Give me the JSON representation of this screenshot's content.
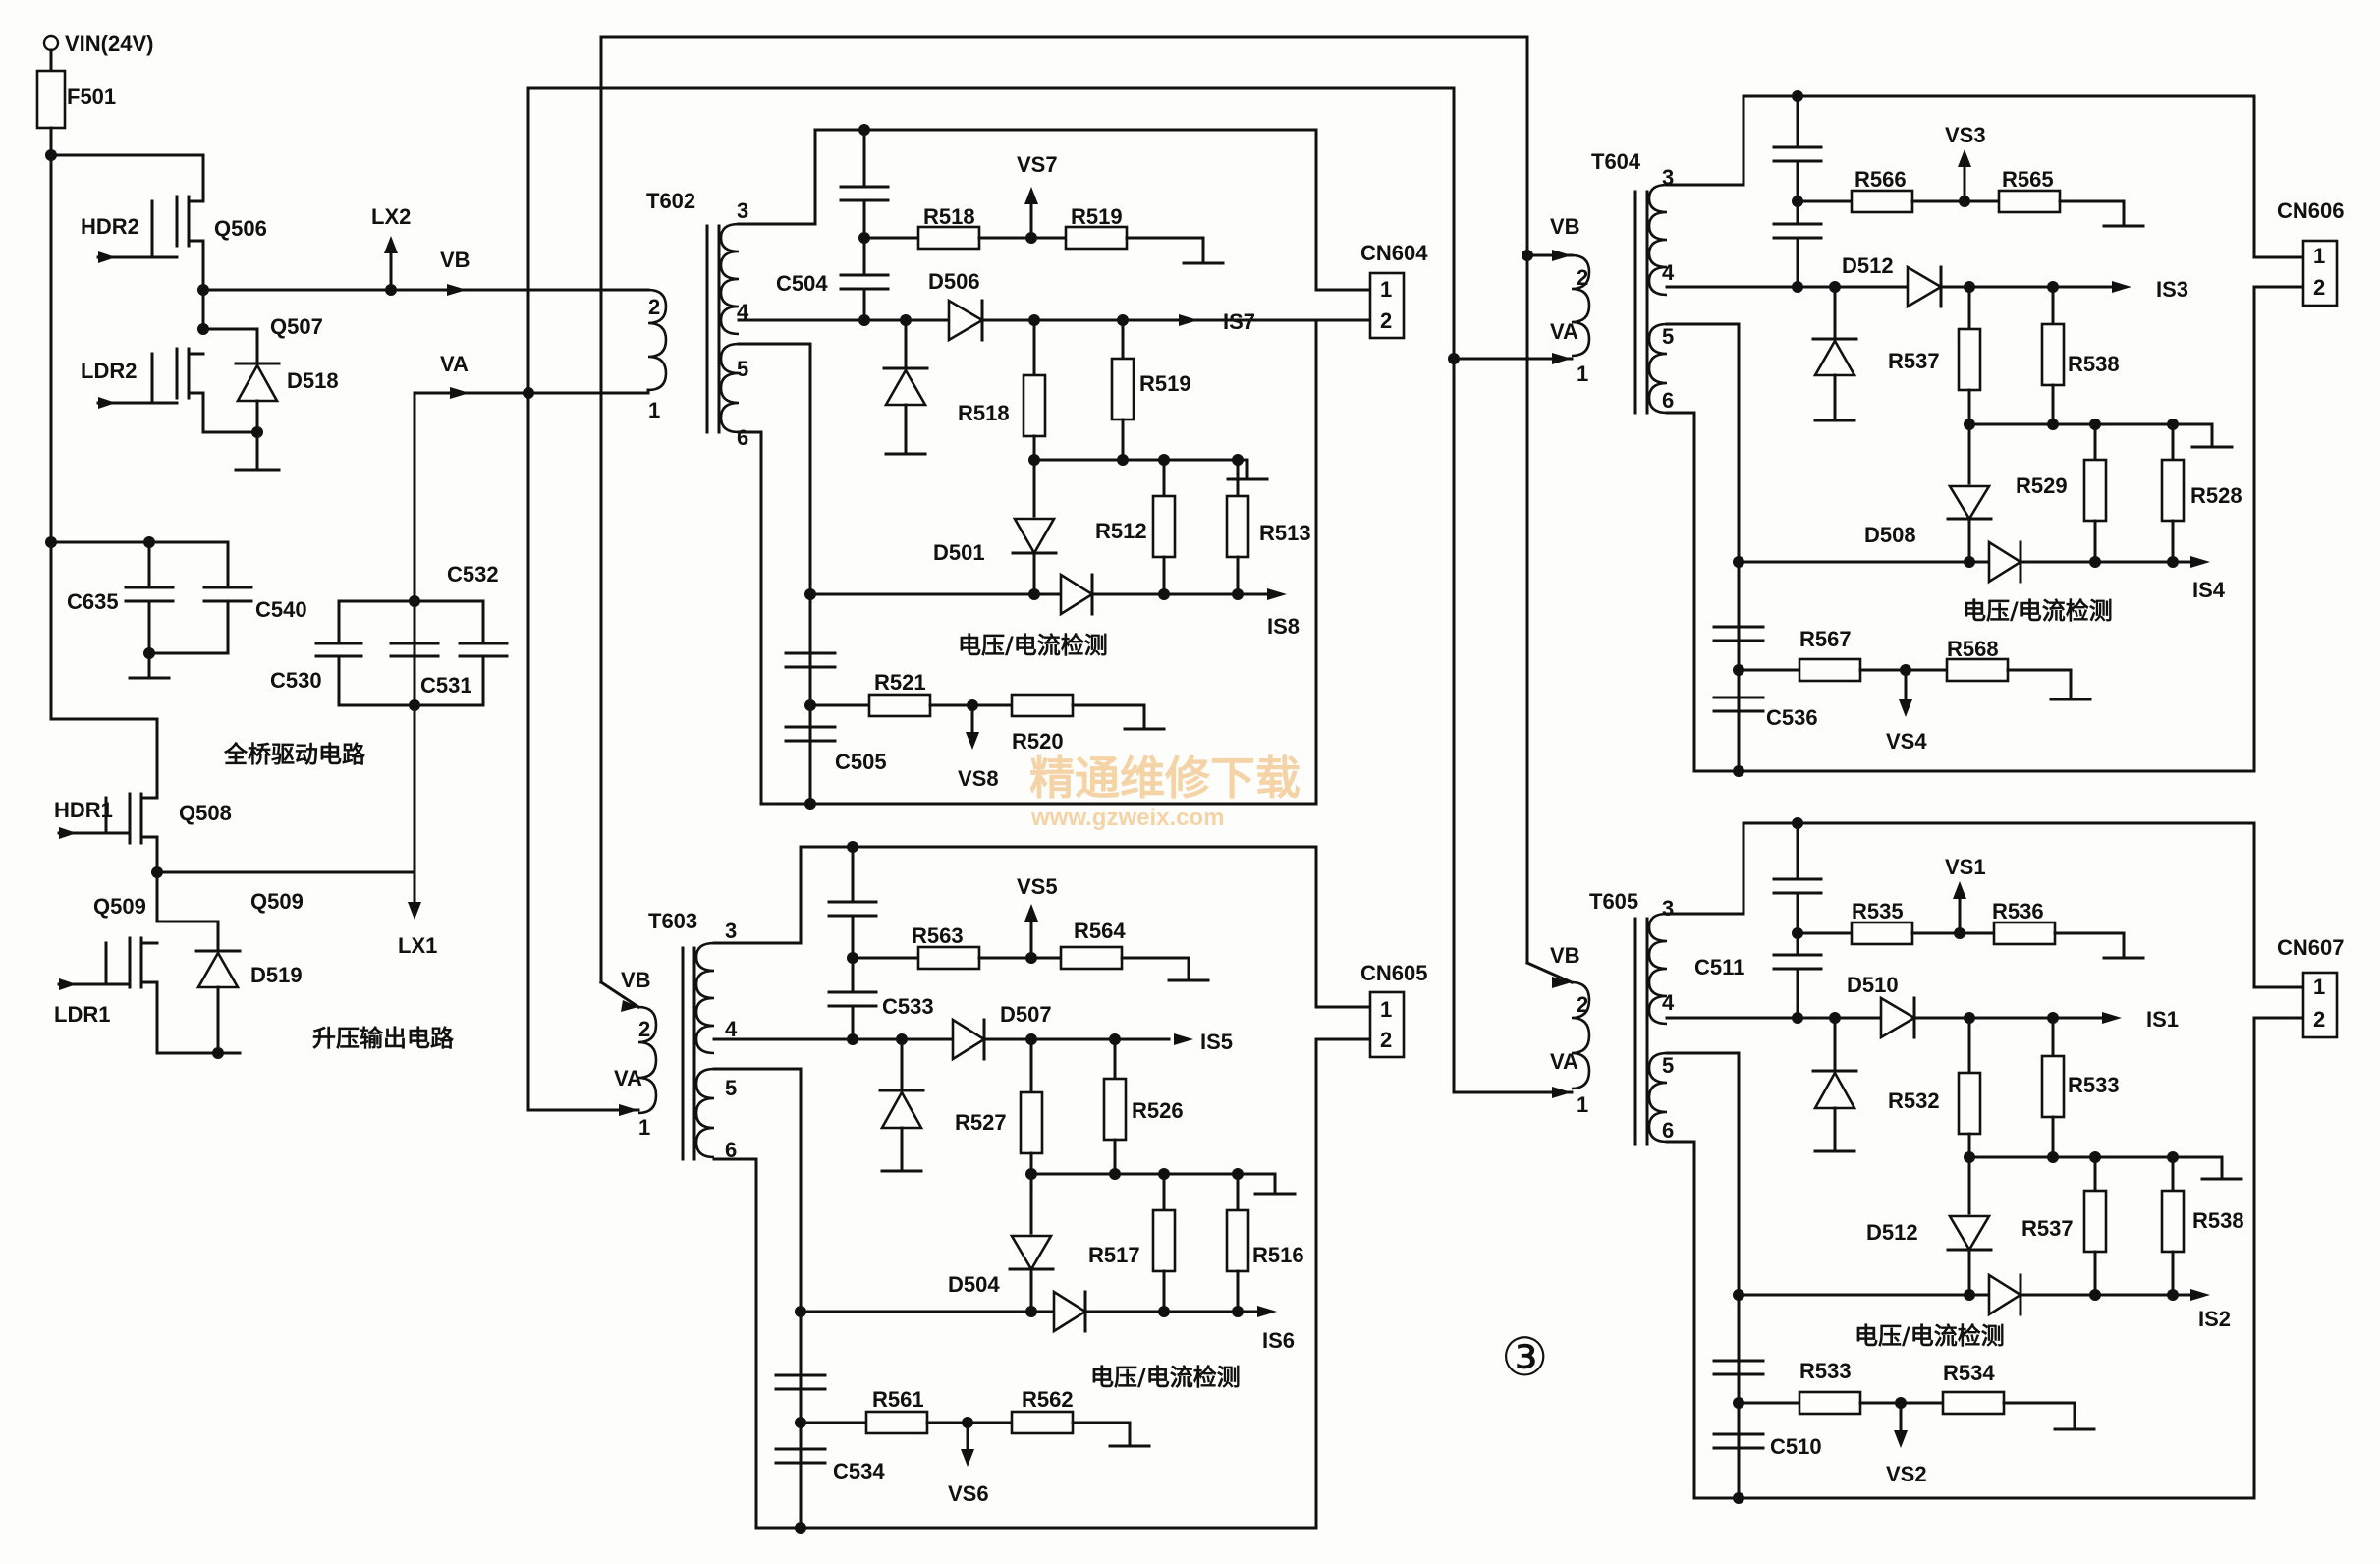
{
  "diagram": {
    "vin": "VIN(24V)",
    "labels": {
      "f501": "F501",
      "hdr2": "HDR2",
      "ldr2": "LDR2",
      "hdr1": "HDR1",
      "ldr1": "LDR1",
      "q506": "Q506",
      "q507": "Q507",
      "q508": "Q508",
      "q509a": "Q509",
      "q509b": "Q509",
      "d518": "D518",
      "d519": "D519",
      "lx2": "LX2",
      "lx1": "LX1",
      "vb": "VB",
      "va": "VA",
      "c635": "C635",
      "c540": "C540",
      "c532": "C532",
      "c530": "C530",
      "c531": "C531",
      "t602": "T602",
      "t603": "T603",
      "t604": "T604",
      "t605": "T605",
      "cn604": "CN604",
      "cn605": "CN605",
      "cn606": "CN606",
      "cn607": "CN607",
      "c504": "C504",
      "c505": "C505",
      "c533": "C533",
      "c534": "C534",
      "c536": "C536",
      "c511": "C511",
      "c510": "C510",
      "d506": "D506",
      "d501": "D501",
      "d507": "D507",
      "d504": "D504",
      "d512a": "D512",
      "d508": "D508",
      "d510": "D510",
      "d512b": "D512",
      "r518a": "R518",
      "r519a": "R519",
      "r518b": "R518",
      "r519b": "R519",
      "r512": "R512",
      "r513": "R513",
      "r521": "R521",
      "r520": "R520",
      "r563": "R563",
      "r564": "R564",
      "r527": "R527",
      "r526": "R526",
      "r517": "R517",
      "r516": "R516",
      "r561": "R561",
      "r562": "R562",
      "r566": "R566",
      "r565": "R565",
      "r537a": "R537",
      "r538a": "R538",
      "r529": "R529",
      "r528": "R528",
      "r567": "R567",
      "r568": "R568",
      "r535": "R535",
      "r536": "R536",
      "r532": "R532",
      "r533a": "R533",
      "r537b": "R537",
      "r538b": "R538",
      "r533b": "R533",
      "r534": "R534",
      "vs7": "VS7",
      "vs8": "VS8",
      "vs5": "VS5",
      "vs6": "VS6",
      "vs3": "VS3",
      "vs4": "VS4",
      "vs1": "VS1",
      "vs2": "VS2",
      "is7": "IS7",
      "is8": "IS8",
      "is5": "IS5",
      "is6": "IS6",
      "is3": "IS3",
      "is4": "IS4",
      "is1": "IS1",
      "is2": "IS2"
    },
    "captions": {
      "bridge": "全桥驱动电路",
      "boost": "升压输出电路",
      "detect1": "电压/电流检测",
      "detect2": "电压/电流检测",
      "detect3": "电压/电流检测",
      "detect4": "电压/电流检测"
    },
    "watermark": {
      "cn": "精通维修下载",
      "url": "www.gzweix.com"
    },
    "figure_number": "③"
  }
}
